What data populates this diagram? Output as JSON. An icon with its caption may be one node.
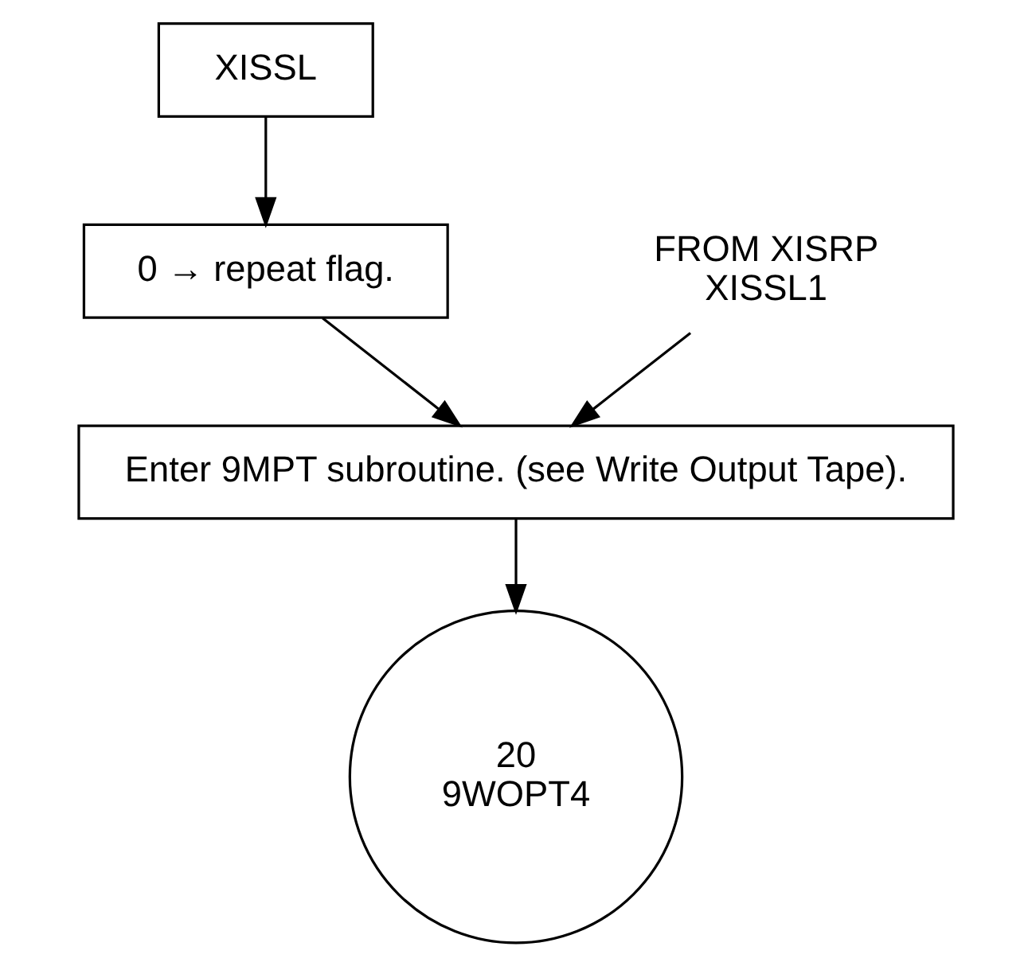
{
  "diagram": {
    "nodes": [
      {
        "text": [
          "XISSL"
        ]
      },
      {
        "text": [
          "0 → repeat flag."
        ]
      },
      {
        "text": [
          "FROM XISRP",
          "XISSL1"
        ]
      },
      {
        "text": [
          "Enter 9MPT subroutine. (see Write Output Tape)."
        ]
      },
      {
        "text": [
          "20",
          "9WOPT4"
        ]
      }
    ],
    "edges": [
      {
        "from": 0,
        "to": 1,
        "arrow": "to"
      },
      {
        "from": 1,
        "to": 3,
        "arrow": "to"
      },
      {
        "from": 2,
        "to": 3,
        "arrow": "to"
      },
      {
        "from": 3,
        "to": 4,
        "arrow": "to"
      }
    ]
  }
}
